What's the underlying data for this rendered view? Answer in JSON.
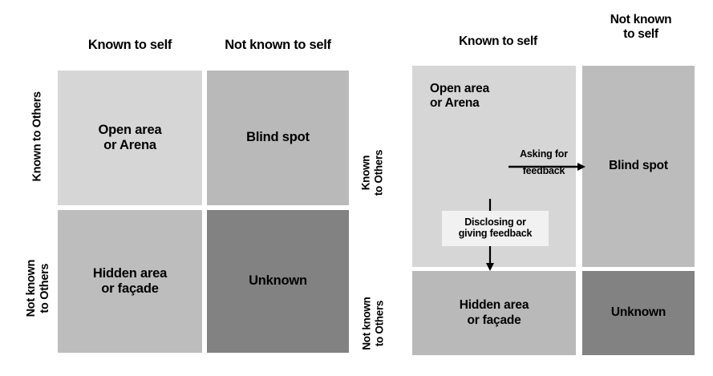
{
  "diagrams": [
    {
      "id": "johari-basic",
      "columns": [
        "Known to self",
        "Not known to self"
      ],
      "rows": [
        "Known to Others",
        "Not known\nto Others"
      ],
      "quadrants": {
        "open": "Open area\nor Arena",
        "blind": "Blind spot",
        "hidden": "Hidden area\nor façade",
        "unknown": "Unknown"
      },
      "colors": {
        "open": "#d6d6d6",
        "blind": "#b9b9b9",
        "hidden": "#bdbdbd",
        "unknown": "#828282"
      }
    },
    {
      "id": "johari-feedback",
      "columns": [
        "Known to self",
        "Not known\nto self"
      ],
      "rows": [
        "Known\nto Others",
        "Not known\nto Others"
      ],
      "quadrants": {
        "open": "Open area\nor Arena",
        "blind": "Blind spot",
        "hidden": "Hidden area\nor façade",
        "unknown": "Unknown"
      },
      "colors": {
        "open": "#d6d6d6",
        "blind": "#bcbcbc",
        "hidden": "#b9b9b9",
        "unknown": "#828282",
        "label_box": "#f1f1f1"
      },
      "arrows": {
        "horizontal": {
          "line1": "Asking for",
          "line2": "feedback",
          "direction": "right"
        },
        "vertical": {
          "line1": "Disclosing or",
          "line2": "giving feedback",
          "direction": "down"
        }
      }
    }
  ]
}
